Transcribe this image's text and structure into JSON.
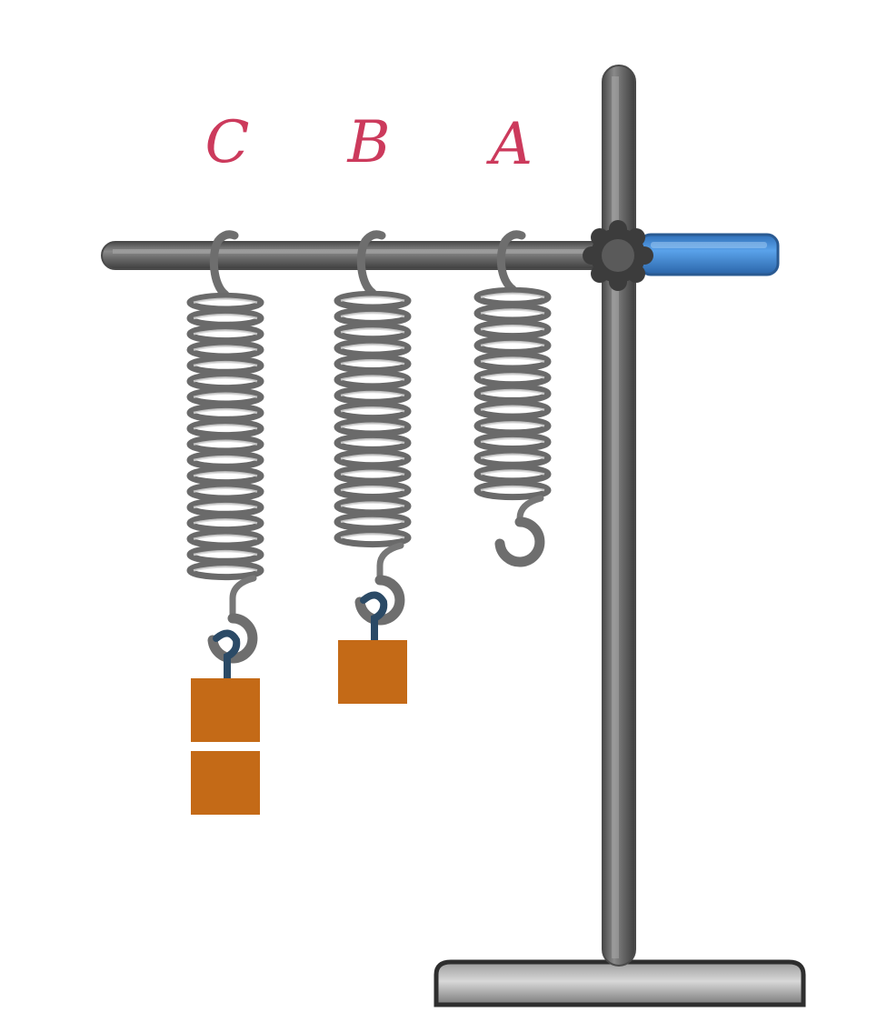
{
  "labels": {
    "spring_a": "A",
    "spring_b": "B",
    "spring_c": "C"
  },
  "springs": [
    {
      "label": "A",
      "masses_attached": 0
    },
    {
      "label": "B",
      "masses_attached": 1
    },
    {
      "label": "C",
      "masses_attached": 2
    }
  ],
  "colors": {
    "label_text": "#cc3a5c",
    "rod": "#666666",
    "clamp_handle": "#4a90d9",
    "mass_block": "#c46a17",
    "mass_hook": "#2b4a66",
    "spring_coil": "#777777",
    "base": "#555555"
  },
  "icons": {
    "stand": "retort-stand-icon",
    "clamp": "boss-clamp-icon",
    "mass": "slotted-mass-icon"
  }
}
